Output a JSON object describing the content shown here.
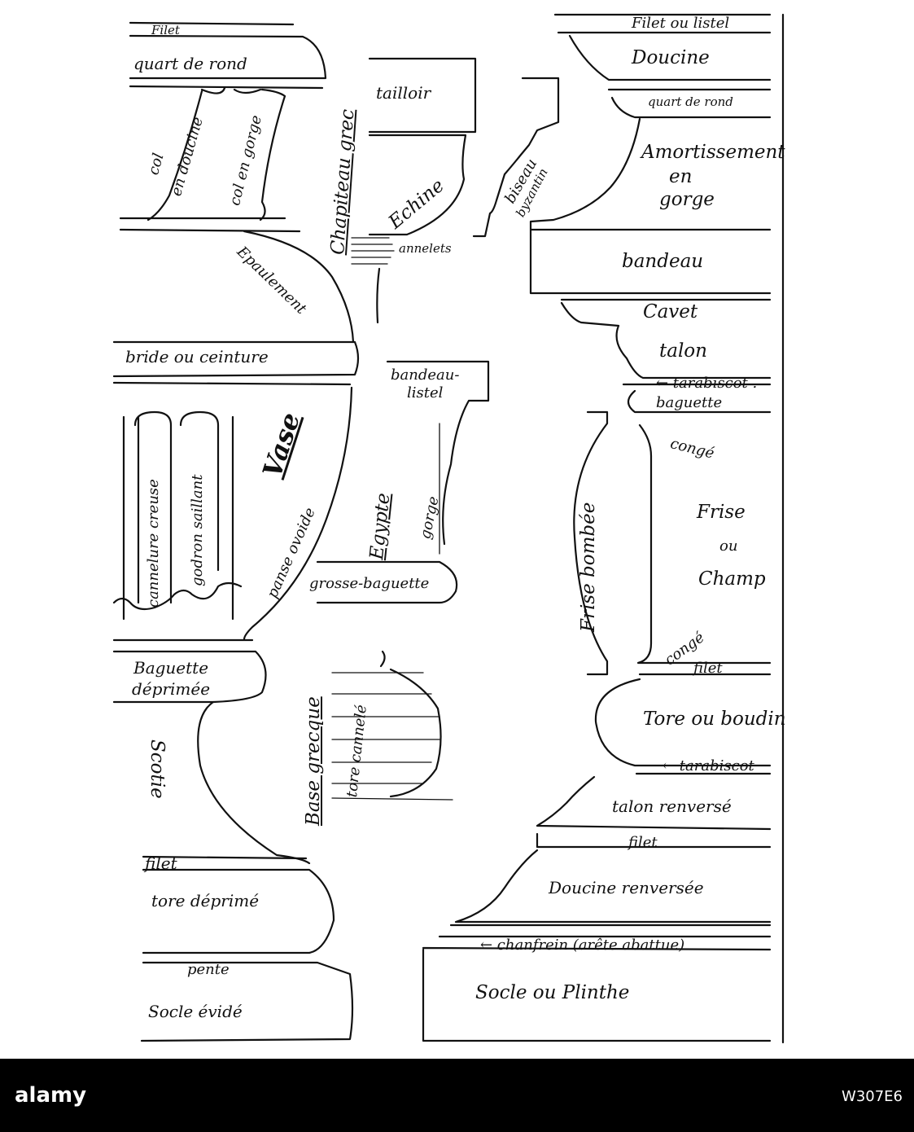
{
  "labels": {
    "filet_top": "Filet",
    "quart_de_rond_left": "quart de rond",
    "col_en_doucine_1": "col",
    "col_en_doucine_2": "en doucine",
    "col_en_gorge": "col en gorge",
    "epaulement": "Epaulement",
    "bride": "bride ou ceinture",
    "vase": "Vase",
    "cannelure": "cannelure creuse",
    "godron": "godron saillant",
    "panse": "panse ovoide",
    "baguette_deprimee_1": "Baguette",
    "baguette_deprimee_2": "déprimée",
    "scotie": "Scotie",
    "filet_left": "filet",
    "tore_deprime": "tore déprimé",
    "pente": "pente",
    "socle_evide": "Socle évidé",
    "tailloir": "tailloir",
    "chapiteau_grec": "Chapiteau grec",
    "echine": "Echine",
    "annelets": "annelets",
    "biseau_1": "biseau",
    "biseau_2": "byzantin",
    "bandeau_listel_1": "bandeau-",
    "bandeau_listel_2": "listel",
    "egypte": "Egypte",
    "gorge_mid": "gorge",
    "grosse_baguette": "grosse-baguette",
    "base_grecque": "Base grecque",
    "tore_cannele": "tore cannelé",
    "filet_ou_listel": "Filet ou listel",
    "doucine": "Doucine",
    "quart_de_rond_right": "quart de rond",
    "amortissement_1": "Amortissement",
    "amortissement_2": "en",
    "amortissement_3": "gorge",
    "bandeau": "bandeau",
    "cavet": "Cavet",
    "talon": "talon",
    "tarabiscot_1": "← tarabiscot .",
    "baguette": "baguette",
    "conge_1": "congé",
    "frise_bombee": "Frise bombée",
    "frise_1": "Frise",
    "frise_2": "ou",
    "frise_3": "Champ",
    "conge_2": "congé",
    "filet_right": "filet",
    "tore_ou_boudin": "Tore ou boudin",
    "tarabiscot_2": "← tarabiscot",
    "talon_renverse": "talon renversé",
    "filet_right_2": "filet",
    "doucine_renversee": "Doucine renversée",
    "chanfrein": "← chanfrein (arête abattue)",
    "socle_ou_plinthe": "Socle ou Plinthe"
  },
  "footer": {
    "brand": "alamy",
    "image_id": "W307E6"
  }
}
